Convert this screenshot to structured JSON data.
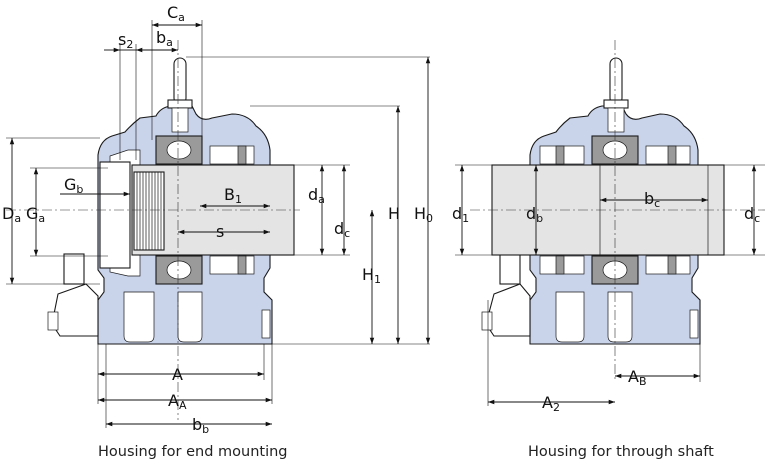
{
  "colors": {
    "housing_fill": "#c9d3ea",
    "shaft_fill": "#e4e4e4",
    "bearing_fill": "#9a9a9a",
    "line": "#1a1a1a"
  },
  "captions": {
    "end_mounting": "Housing for end mounting",
    "through_shaft": "Housing for through shaft"
  },
  "left_view": {
    "Ca": {
      "main": "C",
      "sub": "a"
    },
    "s2": {
      "main": "s",
      "sub": "2"
    },
    "ba": {
      "main": "b",
      "sub": "a"
    },
    "Gb": {
      "main": "G",
      "sub": "b"
    },
    "Da": {
      "main": "D",
      "sub": "a"
    },
    "Ga": {
      "main": "G",
      "sub": "a"
    },
    "B1": {
      "main": "B",
      "sub": "1"
    },
    "da": {
      "main": "d",
      "sub": "a"
    },
    "s": {
      "main": "s",
      "sub": ""
    },
    "dc": {
      "main": "d",
      "sub": "c"
    },
    "H": {
      "main": "H",
      "sub": ""
    },
    "H0": {
      "main": "H",
      "sub": "0"
    },
    "H1": {
      "main": "H",
      "sub": "1"
    },
    "A": {
      "main": "A",
      "sub": ""
    },
    "AA": {
      "main": "A",
      "sub": "A"
    },
    "bb": {
      "main": "b",
      "sub": "b"
    }
  },
  "right_view": {
    "d1": {
      "main": "d",
      "sub": "1"
    },
    "db": {
      "main": "d",
      "sub": "b"
    },
    "bc": {
      "main": "b",
      "sub": "c"
    },
    "dc": {
      "main": "d",
      "sub": "c"
    },
    "AB": {
      "main": "A",
      "sub": "B"
    },
    "A2": {
      "main": "A",
      "sub": "2"
    }
  }
}
